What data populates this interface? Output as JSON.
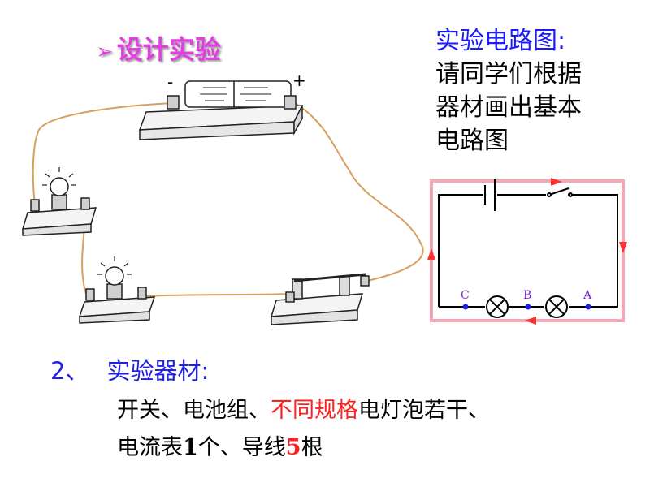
{
  "title": "设计实验",
  "circuit_caption": {
    "line1": "实验电路图:",
    "line2": "请同学们根据",
    "line3": "器材画出基本",
    "line4": "电路图"
  },
  "battery_signs": {
    "minus": "-",
    "plus": "+"
  },
  "node_labels": {
    "c": "C",
    "b": "B",
    "a": "A"
  },
  "section": {
    "number": "2、",
    "heading": "实验器材:"
  },
  "materials": {
    "line1_part1": "开关、电池组、",
    "line1_highlight": "不同规格",
    "line1_part2": "电灯泡若干、",
    "line2_part1": "电流表",
    "line2_count1": "1",
    "line2_part2": "个、导线",
    "line2_count2": "5",
    "line2_part3": "根"
  },
  "colors": {
    "title": "#e040e0",
    "wire": "#d8a060",
    "loop_arrow": "#ff3030",
    "loop_outline": "#f4a6b4",
    "node_dot": "#2020e0",
    "caption_first_line": "#1a1aff"
  }
}
